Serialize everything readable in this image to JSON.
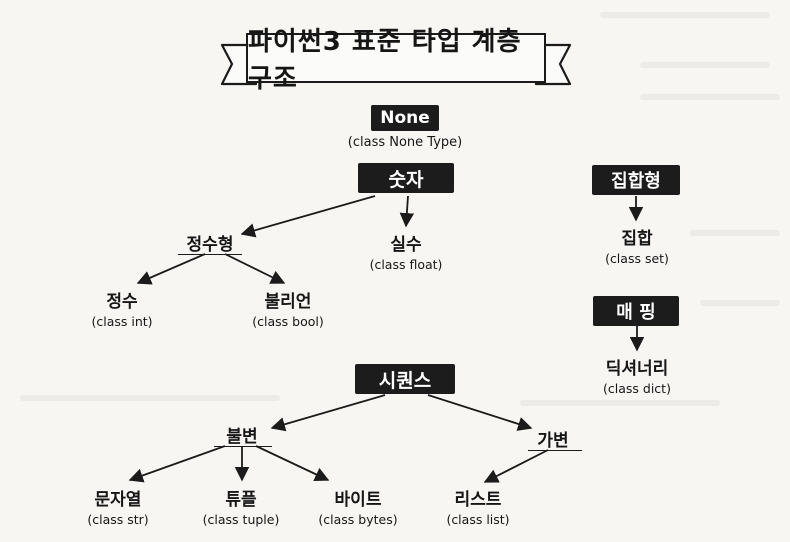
{
  "title": "파이썬3 표준 타입 계층 구조",
  "none": {
    "label": "None",
    "class": "(class None Type)"
  },
  "number": {
    "label": "숫자",
    "integer_group": "정수형",
    "int": {
      "label": "정수",
      "class": "(class int)"
    },
    "bool": {
      "label": "불리언",
      "class": "(class bool)"
    },
    "float": {
      "label": "실수",
      "class": "(class float)"
    }
  },
  "set_type": {
    "label": "집합형",
    "set": {
      "label": "집합",
      "class": "(class set)"
    }
  },
  "mapping": {
    "label": "매 핑",
    "dict": {
      "label": "딕셔너리",
      "class": "(class dict)"
    }
  },
  "sequence": {
    "label": "시퀀스",
    "immutable": "불변",
    "mutable": "가변",
    "str": {
      "label": "문자열",
      "class": "(class str)"
    },
    "tuple": {
      "label": "튜플",
      "class": "(class tuple)"
    },
    "bytes": {
      "label": "바이트",
      "class": "(class bytes)"
    },
    "list": {
      "label": "리스트",
      "class": "(class list)"
    }
  }
}
